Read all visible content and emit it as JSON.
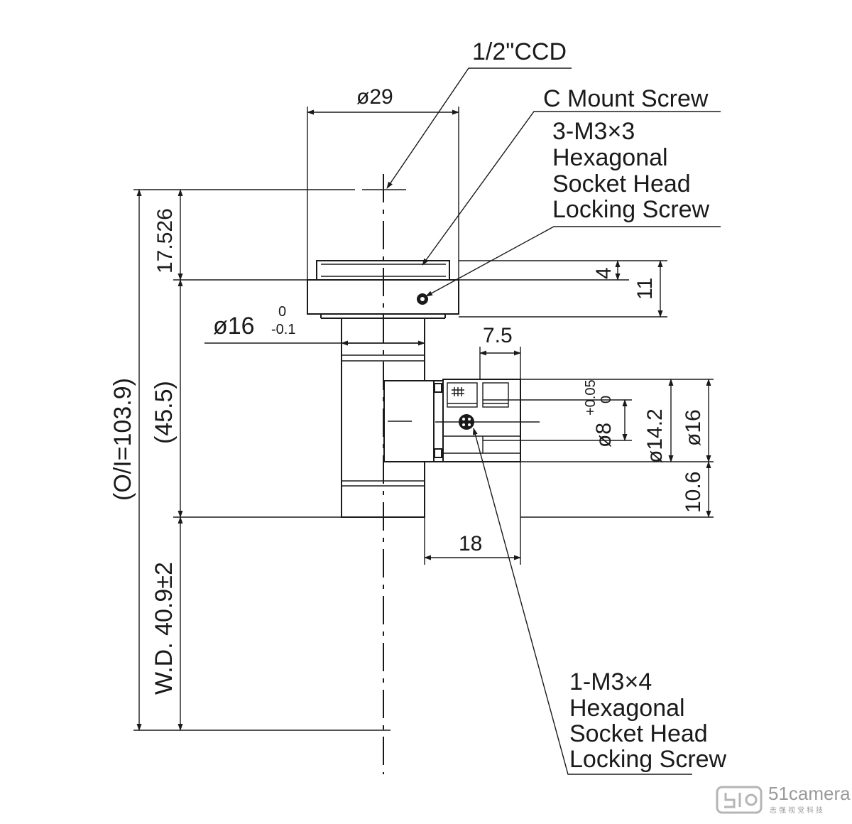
{
  "labels": {
    "sensor": "1/2\"CCD",
    "mount": "C Mount Screw",
    "top_screw": [
      "3-M3×3",
      "Hexagonal",
      "Socket Head",
      "Locking Screw"
    ],
    "bottom_screw": [
      "1-M3×4",
      "Hexagonal",
      "Socket Head",
      "Locking Screw"
    ]
  },
  "dimensions": {
    "dia29": "ø29",
    "flange": "17.526",
    "oi": "(O/I=103.9)",
    "h45": "(45.5)",
    "wd": "W.D. 40.9±2",
    "dia16_body": "ø16",
    "tol_upper": "0",
    "tol_lower": "-0.1",
    "d4": "4",
    "d11": "11",
    "d7_5": "7.5",
    "dia8": "ø8",
    "dia8_tol_upper": "+0.05",
    "dia8_tol_lower": "0",
    "dia14_2": "ø14.2",
    "dia16_port": "ø16",
    "d10_6": "10.6",
    "d18": "18"
  },
  "watermark": {
    "brand": "51camera",
    "tagline": "志强视觉科技"
  }
}
